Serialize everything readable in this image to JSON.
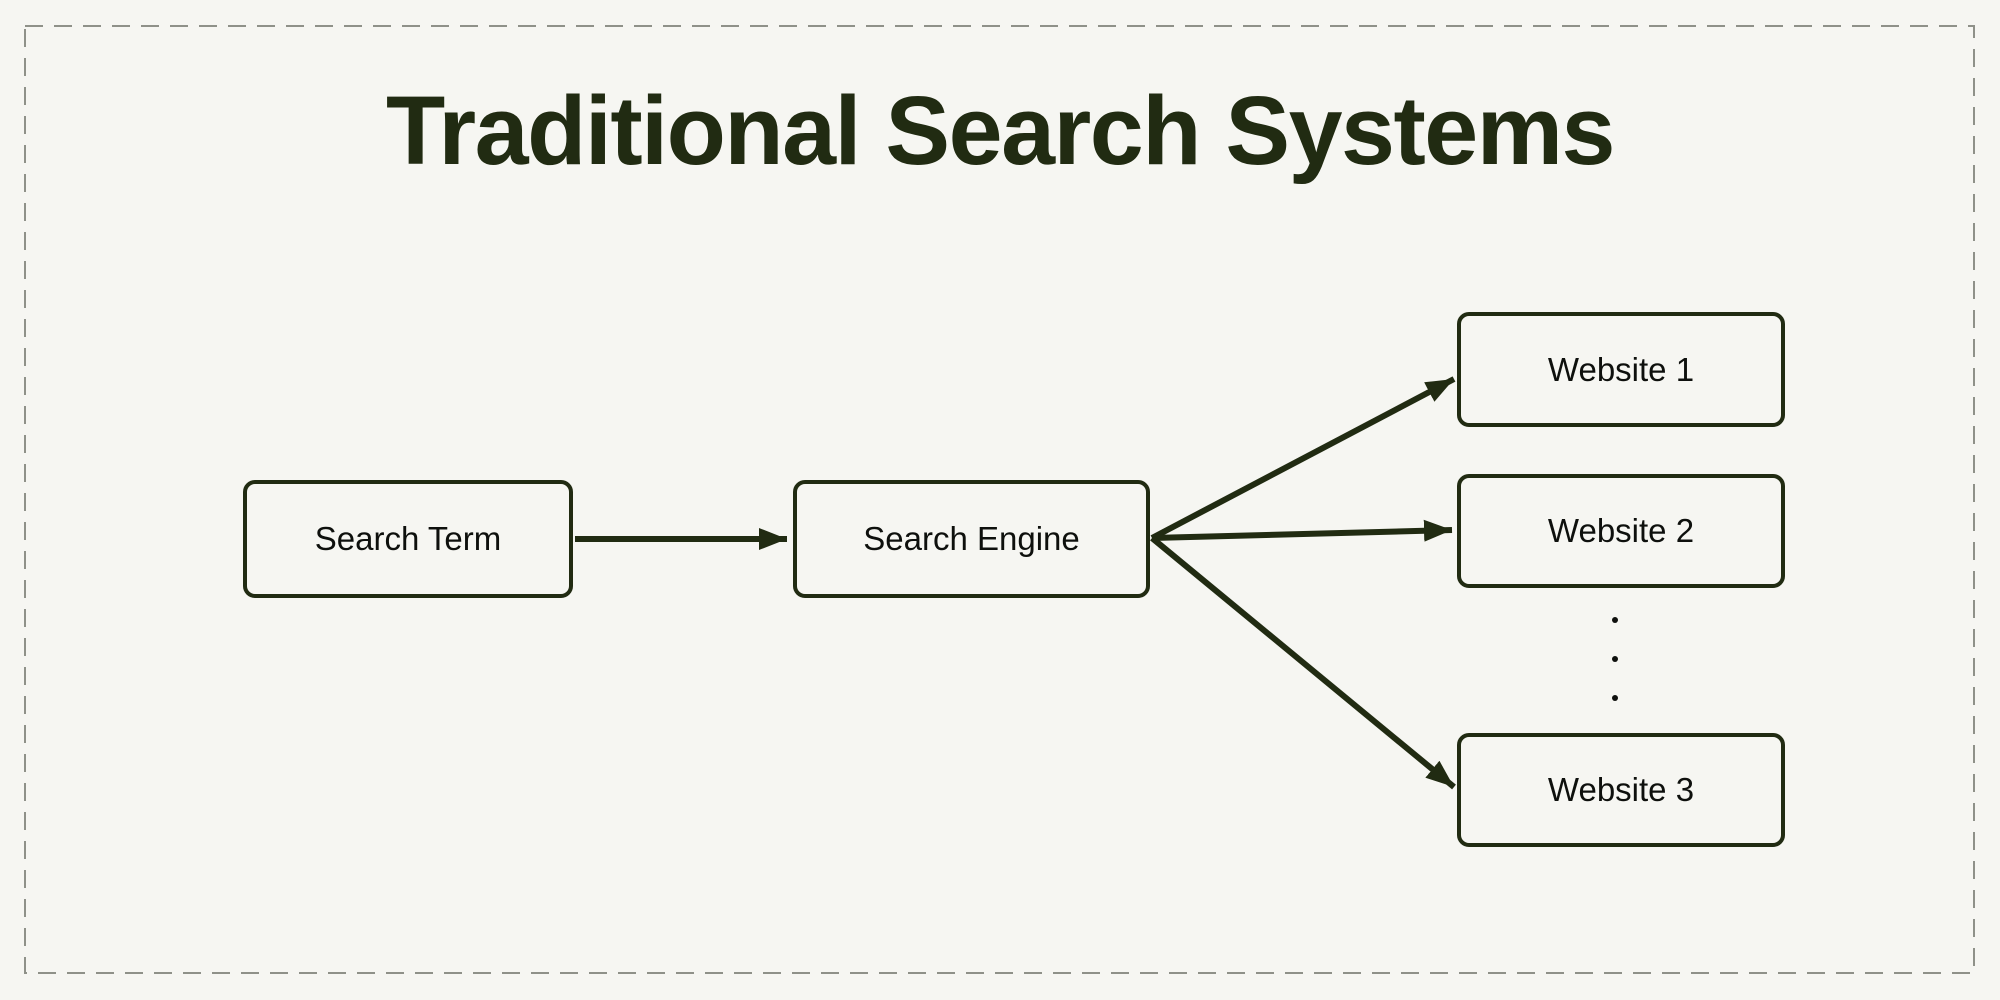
{
  "title": "Traditional Search Systems",
  "nodes": [
    {
      "id": "search-term",
      "label": "Search Term"
    },
    {
      "id": "search-engine",
      "label": "Search Engine"
    },
    {
      "id": "website-1",
      "label": "Website 1"
    },
    {
      "id": "website-2",
      "label": "Website 2"
    },
    {
      "id": "website-3",
      "label": "Website 3"
    }
  ],
  "edges": [
    {
      "from": "search-term",
      "to": "search-engine"
    },
    {
      "from": "search-engine",
      "to": "website-1"
    },
    {
      "from": "search-engine",
      "to": "website-2"
    },
    {
      "from": "search-engine",
      "to": "website-3"
    }
  ],
  "ellipsis": {
    "between": [
      "website-2",
      "website-3"
    ],
    "dots": 3
  },
  "colors": {
    "background": "#f6f6f2",
    "ink": "#212b12",
    "node_text": "#0e100d",
    "dashed_border": "#8f9189"
  }
}
